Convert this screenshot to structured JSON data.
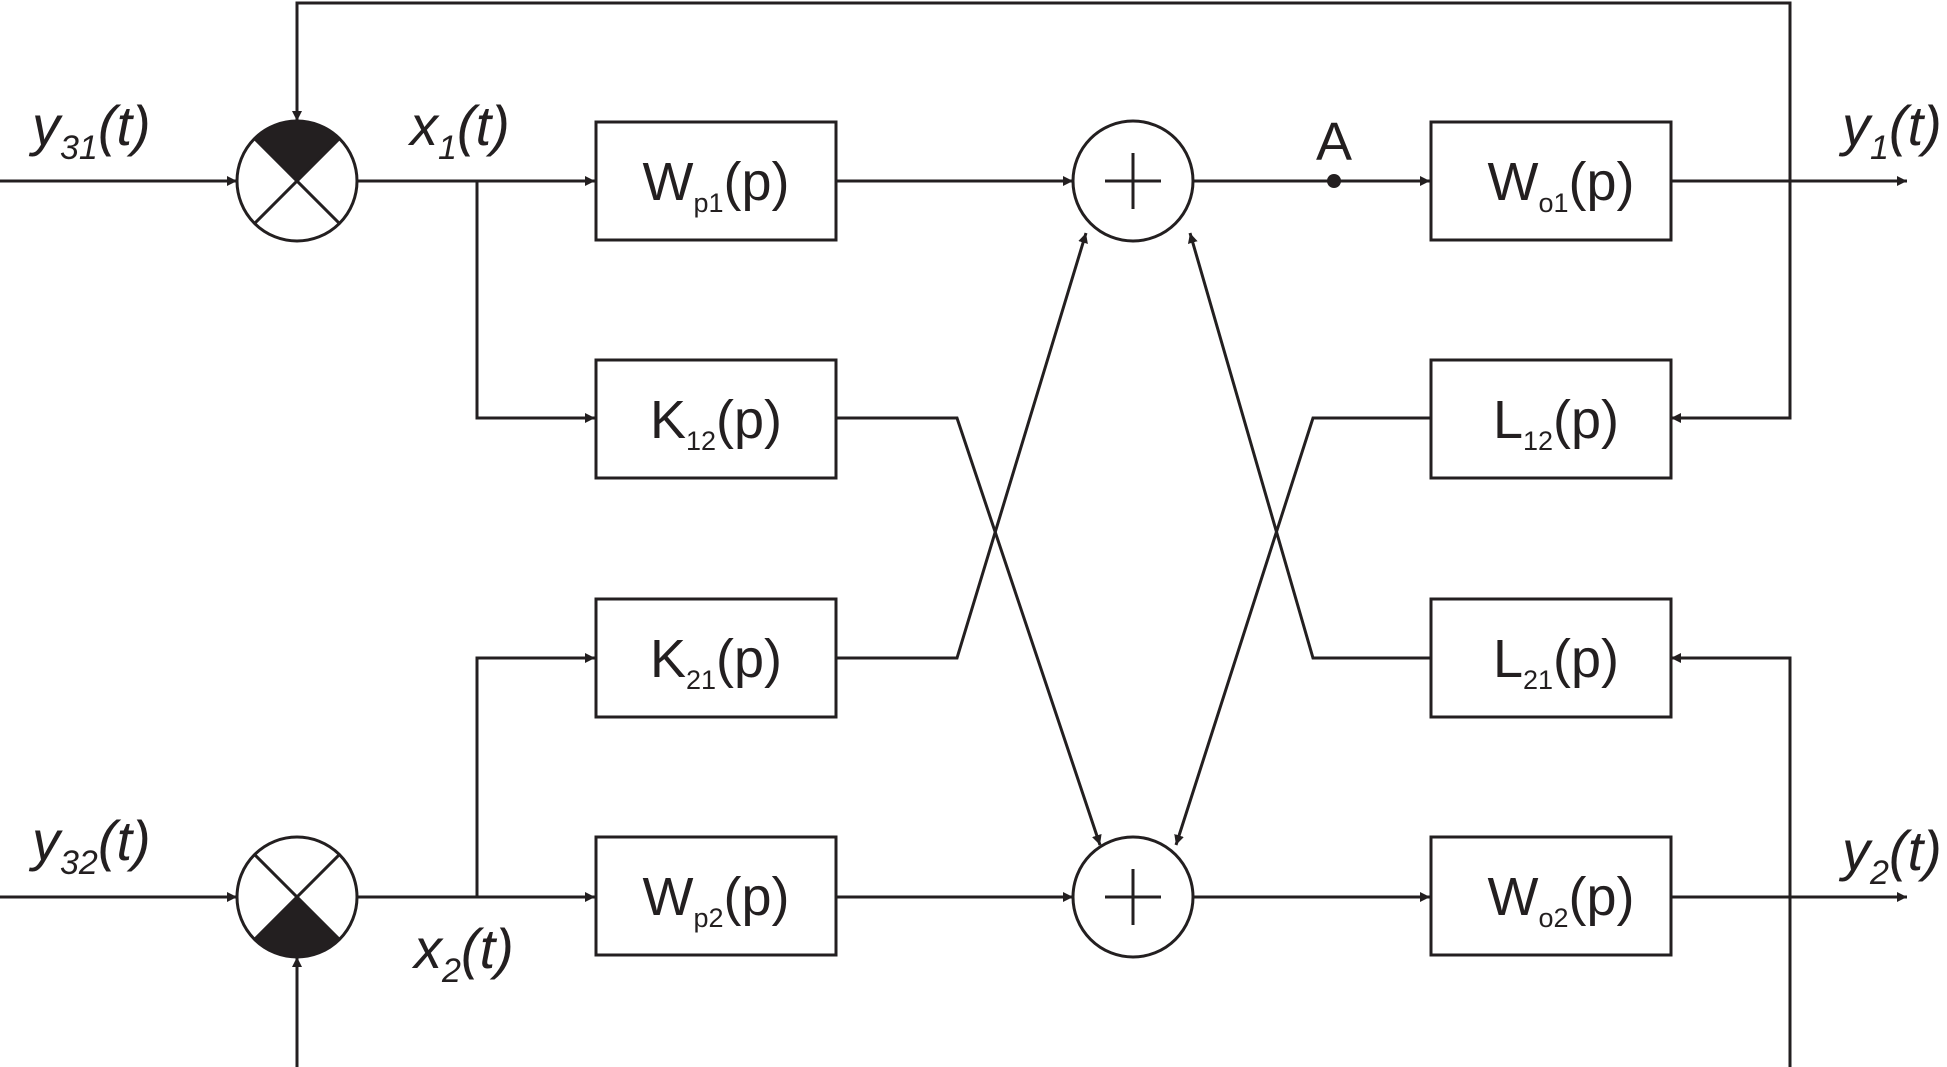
{
  "blocks": {
    "wp1": {
      "main": "W",
      "sub": "p1",
      "rest": "(p)"
    },
    "k12": {
      "main": "K",
      "sub": "12",
      "rest": "(p)"
    },
    "k21": {
      "main": "K",
      "sub": "21",
      "rest": "(p)"
    },
    "wp2": {
      "main": "W",
      "sub": "p2",
      "rest": "(p)"
    },
    "wo1": {
      "main": "W",
      "sub": "o1",
      "rest": "(p)"
    },
    "l12": {
      "main": "L",
      "sub": "12",
      "rest": "(p)"
    },
    "l21": {
      "main": "L",
      "sub": "21",
      "rest": "(p)"
    },
    "wo2": {
      "main": "W",
      "sub": "o2",
      "rest": "(p)"
    }
  },
  "signals": {
    "y31": {
      "main": "y",
      "sub": "31",
      "rest": "(t)"
    },
    "y32": {
      "main": "y",
      "sub": "32",
      "rest": "(t)"
    },
    "x1": {
      "main": "x",
      "sub": "1",
      "rest": "(t)"
    },
    "x2": {
      "main": "x",
      "sub": "2",
      "rest": "(t)"
    },
    "y1": {
      "main": "y",
      "sub": "1",
      "rest": "(t)"
    },
    "y2": {
      "main": "y",
      "sub": "2",
      "rest": "(t)"
    }
  },
  "points": {
    "a": "A"
  }
}
